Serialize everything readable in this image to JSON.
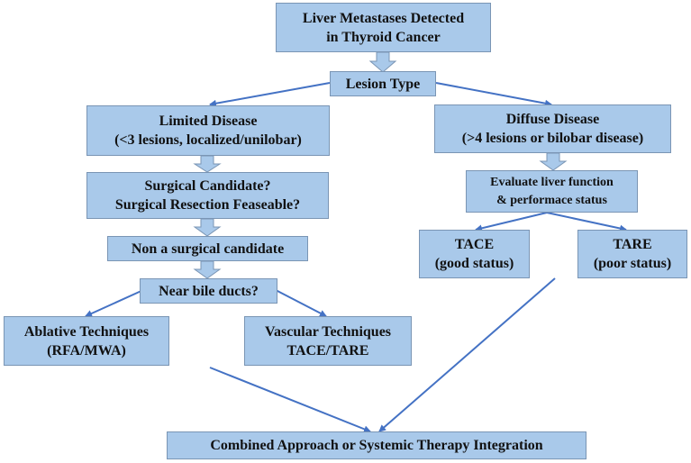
{
  "nodes": {
    "root": {
      "lines": [
        "Liver Metastases Detected",
        "in Thyroid Cancer"
      ]
    },
    "lesion_type": {
      "lines": [
        "Lesion Type"
      ]
    },
    "limited": {
      "lines": [
        "Limited Disease",
        "(<3 lesions, localized/unilobar)"
      ]
    },
    "diffuse": {
      "lines": [
        "Diffuse Disease",
        "(>4 lesions or bilobar disease)"
      ]
    },
    "surgical": {
      "lines": [
        "Surgical Candidate?",
        "Surgical Resection Feaseable?"
      ]
    },
    "evaluate": {
      "lines": [
        "Evaluate liver function",
        "& performace status"
      ]
    },
    "non_surgical": {
      "lines": [
        "Non a surgical candidate"
      ]
    },
    "tace": {
      "lines": [
        "TACE",
        "(good status)"
      ]
    },
    "tare": {
      "lines": [
        "TARE",
        "(poor status)"
      ]
    },
    "bile_ducts": {
      "lines": [
        "Near bile ducts?"
      ]
    },
    "ablative": {
      "lines": [
        "Ablative Techniques",
        "(RFA/MWA)"
      ]
    },
    "vascular": {
      "lines": [
        "Vascular Techniques",
        "TACE/TARE"
      ]
    },
    "combined": {
      "lines": [
        "Combined Approach or Systemic Therapy Integration"
      ]
    }
  },
  "colors": {
    "box_fill": "#a9c9ea",
    "box_border": "#7a95b4",
    "connector": "#4472c4",
    "block_arrow_fill": "#a9c9ea"
  }
}
